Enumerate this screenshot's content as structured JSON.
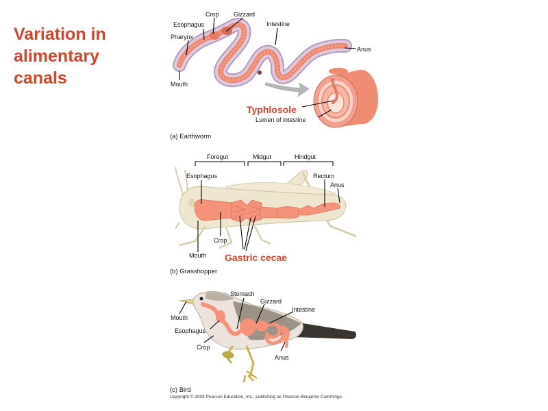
{
  "title": {
    "line1": "Variation in",
    "line2": "alimentary",
    "line3": "canals"
  },
  "earthworm": {
    "labels": {
      "crop": "Crop",
      "gizzard": "Gizzard",
      "esophagus": "Esophagus",
      "intestine": "Intestine",
      "pharynx": "Pharynx",
      "anus": "Anus",
      "mouth": "Mouth",
      "typhlosole": "Typhlosole",
      "lumen": "Lumen of intestine"
    },
    "caption": "(a) Earthworm"
  },
  "grasshopper": {
    "labels": {
      "foregut": "Foregut",
      "midgut": "Midgut",
      "hindgut": "Hindgut",
      "esophagus": "Esophagus",
      "rectum": "Rectum",
      "anus": "Anus",
      "crop": "Crop",
      "mouth": "Mouth",
      "gastric_cecae": "Gastric cecae"
    },
    "caption": "(b) Grasshopper"
  },
  "bird": {
    "labels": {
      "stomach": "Stomach",
      "gizzard": "Gizzard",
      "intestine": "Intestine",
      "mouth": "Mouth",
      "esophagus": "Esophagus",
      "crop": "Crop",
      "anus": "Anus"
    },
    "caption": "(c) Bird"
  },
  "copyright": "Copyright © 2008 Pearson Education, Inc., publishing as Pearson Benjamin Cummings.",
  "colors": {
    "accent": "#d2462a",
    "gut": "#f4937a",
    "worm_body": "#d8c4d8",
    "body_tan": "#efe6cf"
  }
}
